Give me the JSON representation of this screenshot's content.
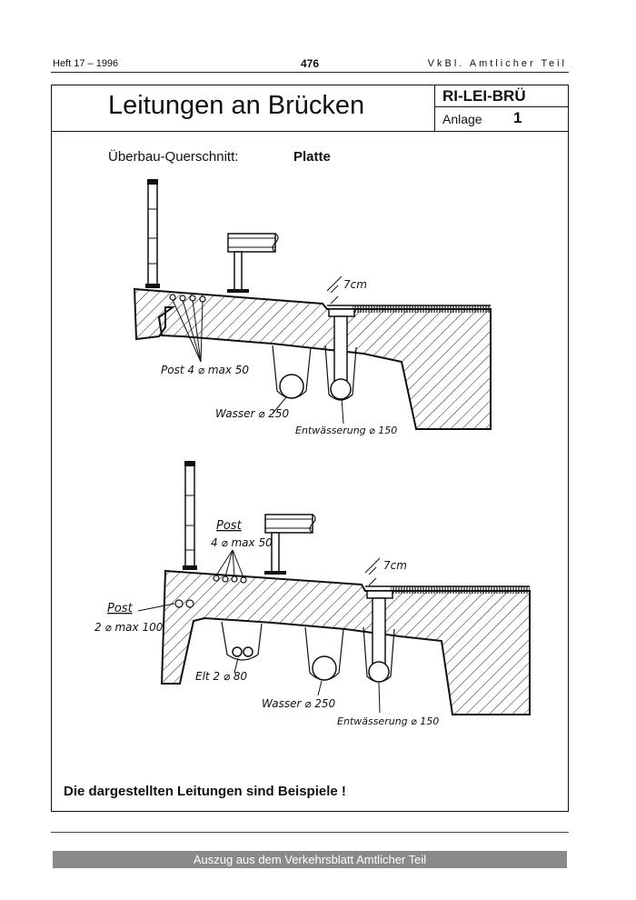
{
  "header": {
    "issue": "Heft 17 – 1996",
    "page": "476",
    "journal": "VkBl. Amtlicher Teil"
  },
  "sheet": {
    "title": "Leitungen an Brücken",
    "code": "RI-LEI-BRÜ",
    "anlage_label": "Anlage",
    "anlage_number": "1"
  },
  "section": {
    "label": "Überbau-Querschnitt:",
    "value": "Platte"
  },
  "figure1": {
    "dim_label": "7cm",
    "post_label": "Post 4 ⌀ max 50",
    "wasser_label": "Wasser ⌀ 250",
    "entwaesserung_label": "Entwässerung ⌀ 150"
  },
  "figure2": {
    "post_top_label": "Post",
    "post_top_size": "4 ⌀ max 50",
    "dim_label": "7cm",
    "post_side_label": "Post",
    "post_side_size": "2 ⌀ max 100",
    "elt_label": "Elt 2 ⌀ 80",
    "wasser_label": "Wasser ⌀ 250",
    "entwaesserung_label": "Entwässerung ⌀ 150"
  },
  "note": "Die dargestellten Leitungen sind Beispiele !",
  "footer": "Auszug aus dem Verkehrsblatt Amtlicher Teil"
}
